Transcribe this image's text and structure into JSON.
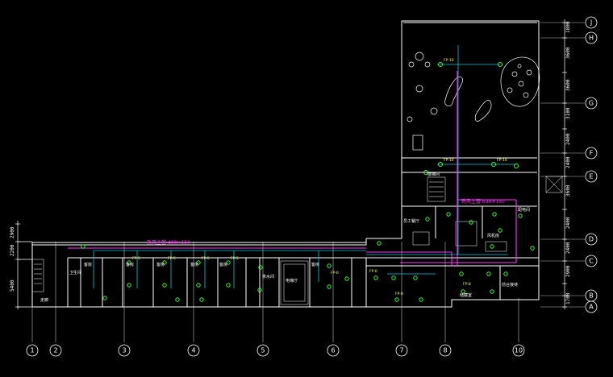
{
  "colors": {
    "background": "#000000",
    "wall": "#ffffff",
    "grid_line": "#c8c8c8",
    "duct": "#ff33ff",
    "water_pipe": "#00c8d8",
    "equipment": "#33ff33",
    "label": "#ffff55"
  },
  "axes_bottom": [
    "1",
    "2",
    "3",
    "4",
    "5",
    "6",
    "7",
    "8",
    "10"
  ],
  "axes_right": [
    "J",
    "H",
    "G",
    "F",
    "E",
    "D",
    "C",
    "B",
    "A"
  ],
  "dims_right": [
    "1800",
    "3600",
    "3600",
    "3100",
    "2400",
    "2400",
    "3600",
    "2400",
    "2400",
    "2900",
    "1700"
  ],
  "dims_left": [
    "2900",
    "2200",
    "5400"
  ],
  "duct_labels": [
    "新风主管 400×150",
    "新风主管 630×150"
  ],
  "room_labels": [
    "走廊",
    "卫生间",
    "客房",
    "客房",
    "客房",
    "客房",
    "客房",
    "客房",
    "电梯厅",
    "楼梯间",
    "茶水间",
    "员工餐厅",
    "前台接待",
    "储藏室",
    "配电间",
    "风机房"
  ],
  "equipment_labels": [
    "FP-5",
    "FP-5",
    "FP-5",
    "FP-5",
    "FP-6",
    "FP-6",
    "FP-8",
    "FP-8",
    "FP-10",
    "FP-10",
    "FP-10"
  ]
}
